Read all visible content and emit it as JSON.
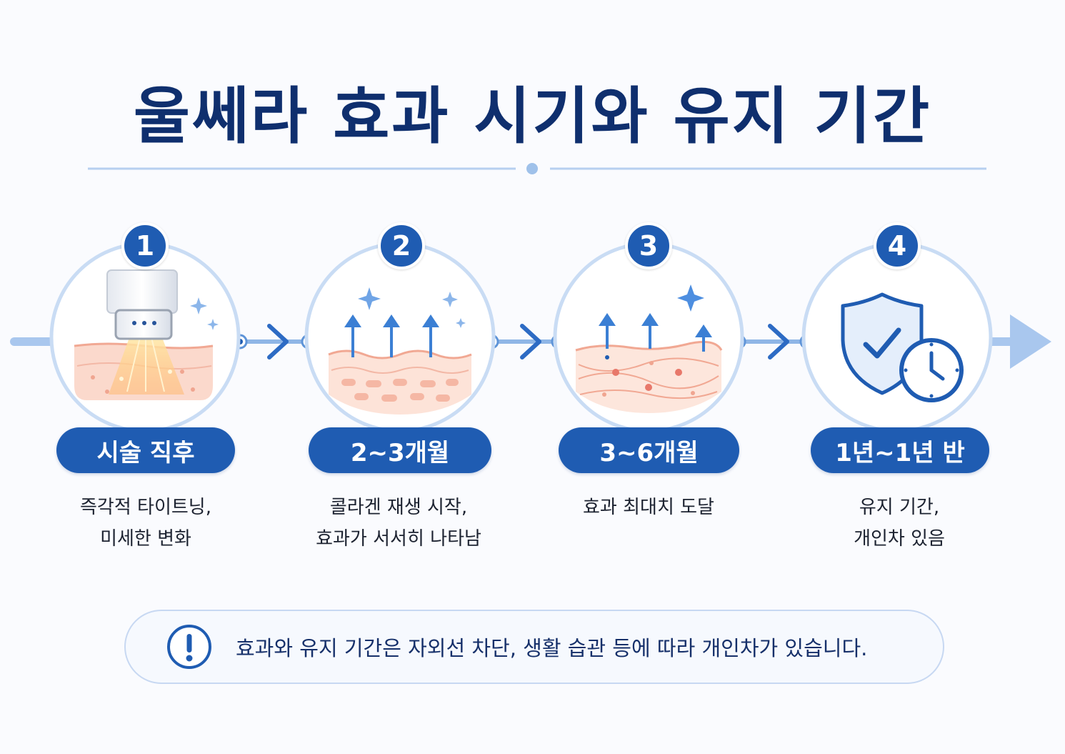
{
  "title": "울쎄라 효과 시기와 유지 기간",
  "colors": {
    "primary": "#1f5cb2",
    "title": "#0f2f6e",
    "ring": "#c9dcf4",
    "line": "#8fb6e6",
    "skin": "#f9cfc0"
  },
  "steps": [
    {
      "number": "1",
      "period": "시술 직후",
      "desc_lines": [
        "즉각적 타이트닝,",
        "미세한 변화"
      ],
      "icon": "ultrasound-probe-icon"
    },
    {
      "number": "2",
      "period": "2~3개월",
      "desc_lines": [
        "콜라겐 재생 시작,",
        "효과가 서서히 나타남"
      ],
      "icon": "collagen-rising-icon"
    },
    {
      "number": "3",
      "period": "3~6개월",
      "desc_lines": [
        "효과 최대치 도달"
      ],
      "icon": "collagen-network-icon"
    },
    {
      "number": "4",
      "period": "1년~1년 반",
      "desc_lines": [
        "유지 기간,",
        "개인차 있음"
      ],
      "icon": "shield-clock-icon"
    }
  ],
  "notice": {
    "icon": "exclamation-circle-icon",
    "text": "효과와 유지 기간은 자외선 차단, 생활 습관 등에 따라 개인차가 있습니다."
  }
}
